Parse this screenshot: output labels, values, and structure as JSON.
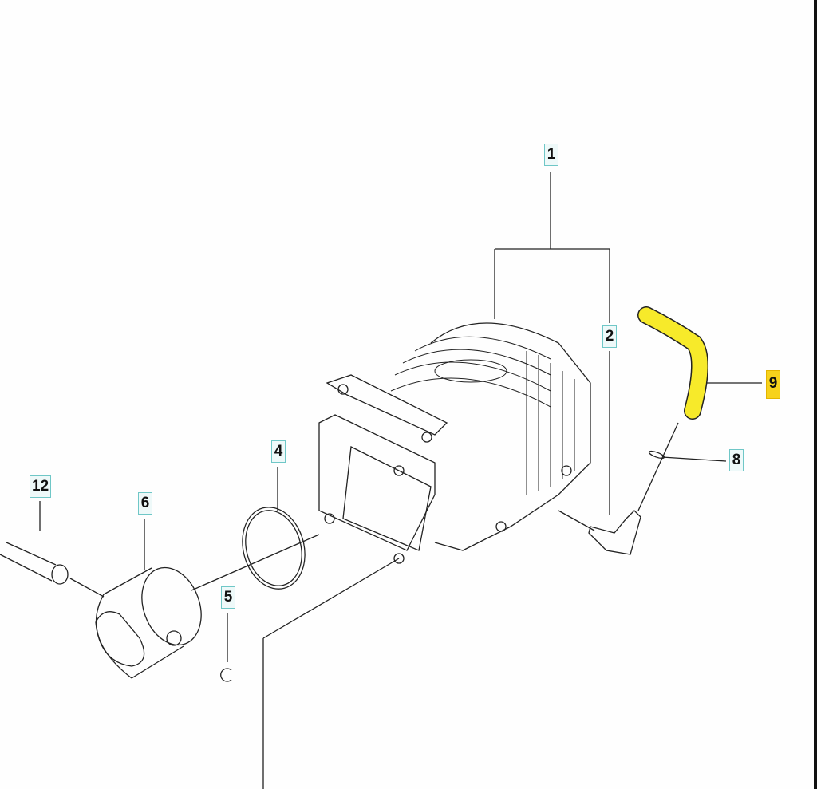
{
  "parts": [
    {
      "id": "1",
      "label": "1"
    },
    {
      "id": "2",
      "label": "2"
    },
    {
      "id": "4",
      "label": "4"
    },
    {
      "id": "5",
      "label": "5"
    },
    {
      "id": "6",
      "label": "6"
    },
    {
      "id": "8",
      "label": "8"
    },
    {
      "id": "9",
      "label": "9",
      "selected": true
    },
    {
      "id": "12",
      "label": "12"
    }
  ],
  "colors": {
    "highlight": "#f7d21c",
    "label_border": "#6fc7c7",
    "line": "#222222"
  }
}
